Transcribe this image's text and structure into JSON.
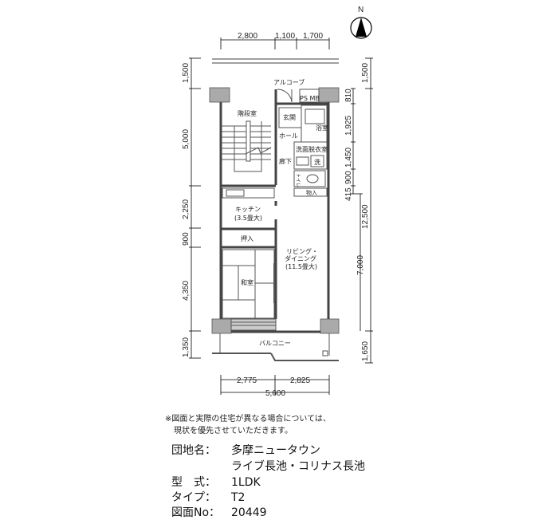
{
  "north": {
    "label": "N"
  },
  "dimensions": {
    "top": [
      "2,800",
      "1,100",
      "1,700"
    ],
    "left": [
      "1,500",
      "5,000",
      "2,250",
      "900",
      "4,350",
      "1,350"
    ],
    "right_outer": [
      "1,500",
      "12,500",
      "1,650"
    ],
    "right_inner": [
      "810",
      "1,925",
      "1,450",
      "900",
      "415",
      "7,000"
    ],
    "bottom": [
      "2,775",
      "2,825"
    ],
    "bottom_total": "5,600"
  },
  "rooms": {
    "alcove": "アルコーブ",
    "ps_mb": "PS MB",
    "stairwell": "階段室",
    "entrance": "玄関",
    "bath": "浴室",
    "hall": "ホール",
    "washroom": "洗面脱衣室",
    "washer": "洗",
    "corridor": "廊下",
    "toilet": "トイレ",
    "storage": "物入",
    "kitchen": "キッチン",
    "kitchen_size": "(3.5畳大)",
    "closet": "押入",
    "living1": "リビング・",
    "living2": "ダイニング",
    "living_size": "(11.5畳大)",
    "japanese_room": "和室",
    "balcony": "バルコニー"
  },
  "notes": [
    "※図面と実際の住宅が異なる場合については、",
    "現状を優先させていただきます。"
  ],
  "info": [
    {
      "key": "団地名：",
      "value": "多摩ニュータウン"
    },
    {
      "key": "",
      "value": "ライブ長池・コリナス長池"
    },
    {
      "key": "型　式：",
      "value": "1LDK"
    },
    {
      "key": "タイプ：",
      "value": "T2"
    },
    {
      "key": "図面No：",
      "value": "20449"
    }
  ]
}
